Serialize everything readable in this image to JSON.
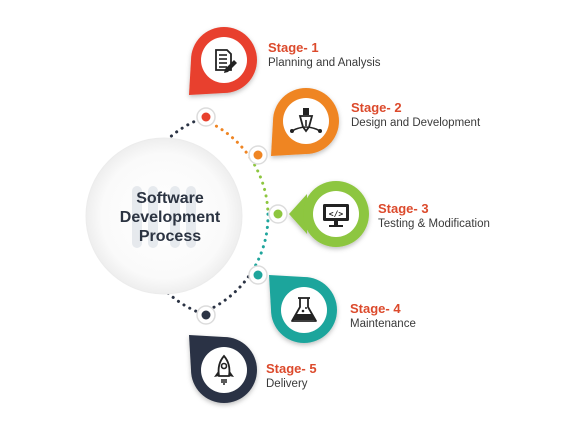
{
  "center": {
    "lines": [
      "Software",
      "Development",
      "Process"
    ]
  },
  "stages": [
    {
      "title": "Stage- 1",
      "subtitle": "Planning and Analysis",
      "color": "#e8412d",
      "icon": "document-edit-icon"
    },
    {
      "title": "Stage- 2",
      "subtitle": "Design and Development",
      "color": "#ef8523",
      "icon": "pen-tool-icon"
    },
    {
      "title": "Stage- 3",
      "subtitle": "Testing & Modification",
      "color": "#8dc63f",
      "icon": "monitor-code-icon"
    },
    {
      "title": "Stage- 4",
      "subtitle": "Maintenance",
      "color": "#1fa59c",
      "icon": "flask-icon"
    },
    {
      "title": "Stage- 5",
      "subtitle": "Delivery",
      "color": "#2b3344",
      "icon": "rocket-icon"
    }
  ],
  "colors": {
    "title": "#dc4a2c",
    "dotted_ring": "#2b3344",
    "center_text": "#2c3442"
  }
}
